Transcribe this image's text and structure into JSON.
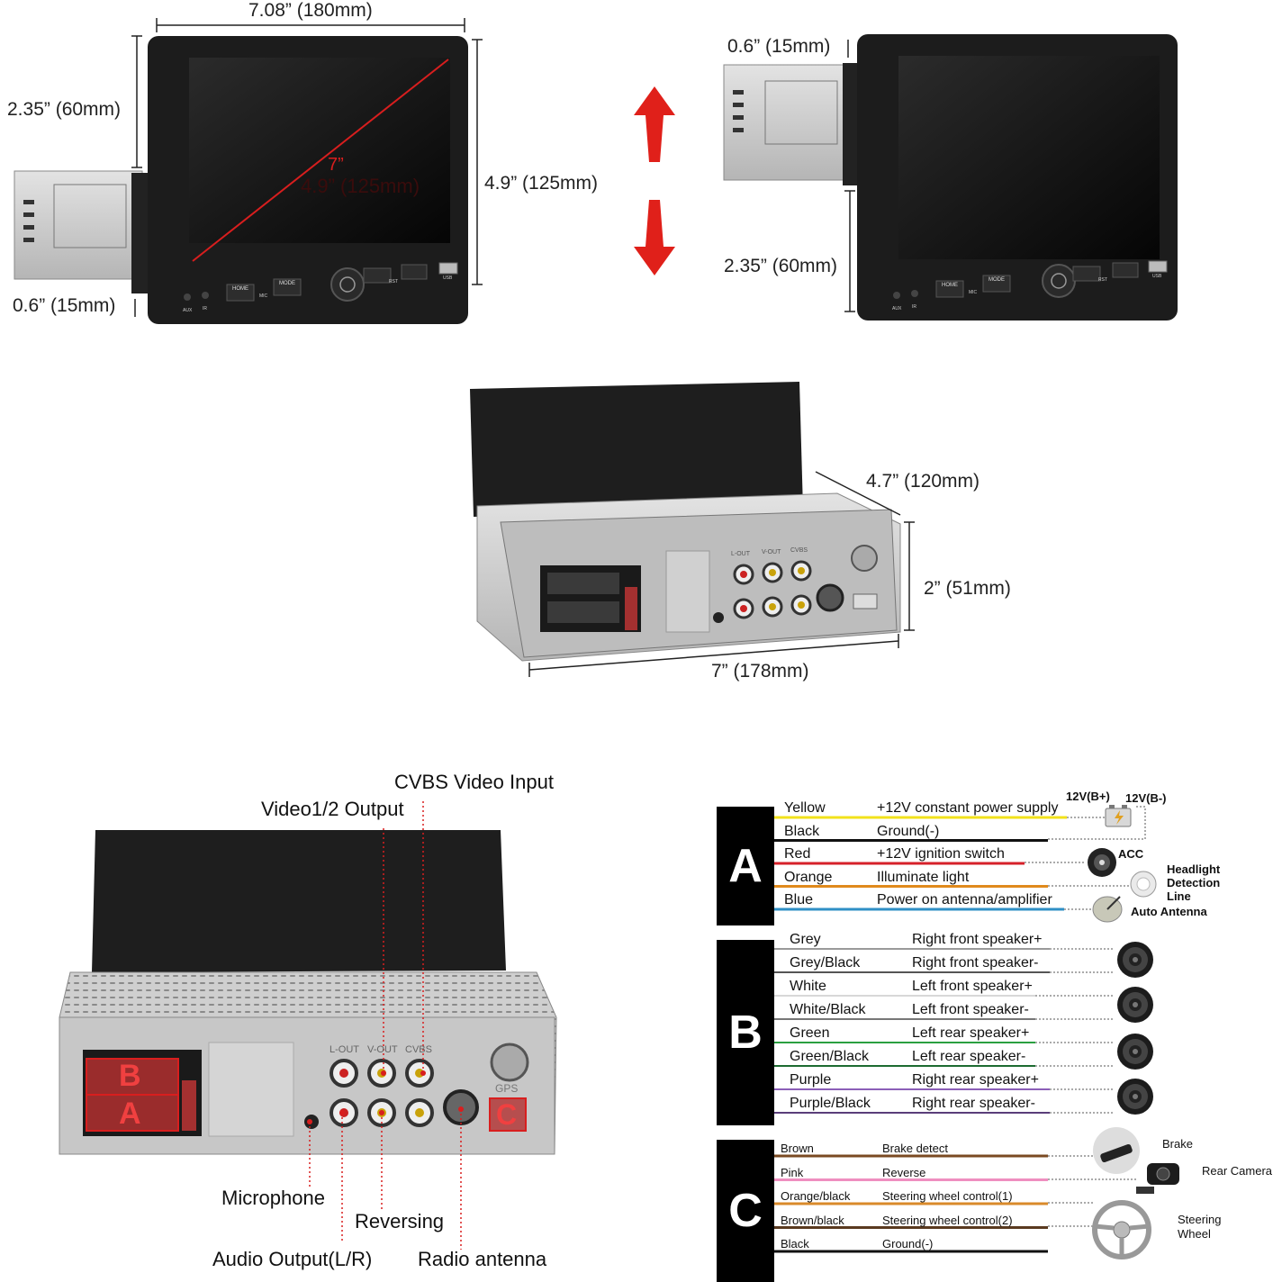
{
  "dimensions": {
    "width_top": "7.08” (180mm)",
    "height_left": "2.35” (60mm)",
    "depth_left": "0.6” (15mm)",
    "height_screen": "4.9” (125mm)",
    "diag_size": "7”",
    "diag_height": "4.9” (125mm)",
    "depth_right": "0.6” (15mm)",
    "height_right": "2.35” (60mm)",
    "box_depth": "4.7” (120mm)",
    "box_height": "2” (51mm)",
    "box_width": "7” (178mm)"
  },
  "front_buttons": [
    "HOME",
    "MODE",
    "AUX",
    "IR",
    "MIC",
    "RST",
    "USB"
  ],
  "connectors": {
    "cvbs": "CVBS Video Input",
    "video_out": "Video1/2 Output",
    "microphone": "Microphone",
    "reversing": "Reversing",
    "audio_out": "Audio Output(L/R)",
    "radio": "Radio antenna",
    "block_a": "A",
    "block_b": "B",
    "block_c": "C",
    "rca_labels": [
      "L-OUT",
      "V-OUT",
      "CVBS"
    ],
    "gps": "GPS"
  },
  "wiring": {
    "A": {
      "label": "A",
      "rows": [
        {
          "color": "Yellow",
          "desc": "+12V constant power supply",
          "hex": "#f2e21a"
        },
        {
          "color": "Black",
          "desc": "Ground(-)",
          "hex": "#111111"
        },
        {
          "color": "Red",
          "desc": "+12V ignition switch",
          "hex": "#d6202a"
        },
        {
          "color": "Orange",
          "desc": "Illuminate light",
          "hex": "#e08a1c"
        },
        {
          "color": "Blue",
          "desc": "Power on antenna/amplifier",
          "hex": "#2f8fc6"
        }
      ],
      "tags": [
        "12V(B+)",
        "12V(B-)",
        "ACC",
        "Headlight",
        "Detection",
        "Line",
        "Auto Antenna"
      ]
    },
    "B": {
      "label": "B",
      "rows": [
        {
          "color": "Grey",
          "desc": "Right front speaker+",
          "hex": "#9a9a9a"
        },
        {
          "color": "Grey/Black",
          "desc": "Right front speaker-",
          "hex": "#555555"
        },
        {
          "color": "White",
          "desc": "Left front speaker+",
          "hex": "#d8d8d8"
        },
        {
          "color": "White/Black",
          "desc": "Left front speaker-",
          "hex": "#777777"
        },
        {
          "color": "Green",
          "desc": "Left rear speaker+",
          "hex": "#2aa040"
        },
        {
          "color": "Green/Black",
          "desc": "Left rear speaker-",
          "hex": "#1d6b31"
        },
        {
          "color": "Purple",
          "desc": "Right rear speaker+",
          "hex": "#8c5fb8"
        },
        {
          "color": "Purple/Black",
          "desc": "Right rear speaker-",
          "hex": "#5a3e7a"
        }
      ]
    },
    "C": {
      "label": "C",
      "rows": [
        {
          "color": "Brown",
          "desc": "Brake detect",
          "hex": "#7a4a22"
        },
        {
          "color": "Pink",
          "desc": "Reverse",
          "hex": "#ef8fc0"
        },
        {
          "color": "Orange/black",
          "desc": "Steering wheel control(1)",
          "hex": "#d98a2a"
        },
        {
          "color": "Brown/black",
          "desc": "Steering wheel control(2)",
          "hex": "#5a3a20"
        },
        {
          "color": "Black",
          "desc": "Ground(-)",
          "hex": "#111111"
        }
      ],
      "tags": [
        "Brake",
        "Rear Camera",
        "Steering",
        "Wheel"
      ]
    }
  },
  "colors": {
    "accent_red": "#d81e1e",
    "arrow_red": "#e0201a",
    "panel_black": "#1c1c1c",
    "metal": "#c9c9c9"
  },
  "icons": [
    "battery-icon",
    "acc-key-icon",
    "headlight-icon",
    "antenna-icon",
    "speaker-icon",
    "brake-pedal-icon",
    "rear-camera-icon",
    "steering-wheel-icon",
    "updown-arrow-icon"
  ]
}
